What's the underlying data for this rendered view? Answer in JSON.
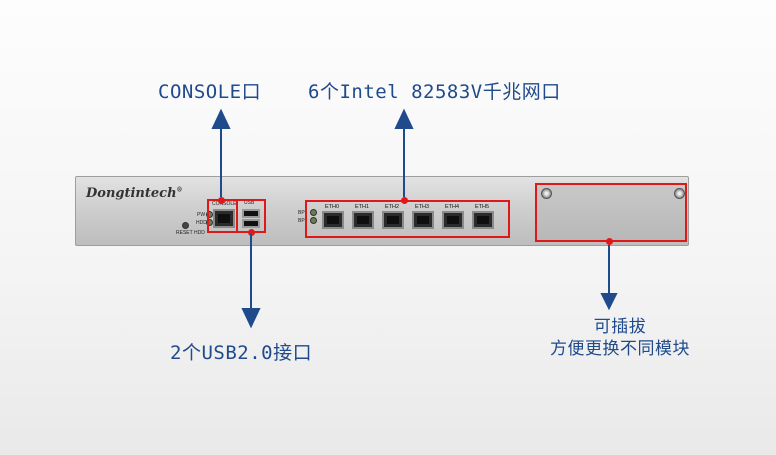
{
  "labels": {
    "console": "CONSOLE口",
    "eth": "6个Intel 82583V千兆网口",
    "usb": "2个USB2.0接口",
    "module_line1": "可插拔",
    "module_line2": "方便更换不同模块"
  },
  "device": {
    "brand": "Dongtintech",
    "brand_mark": "®",
    "console_port_label": "CONSOLE",
    "usb_label": "USB",
    "indicators": [
      "PW",
      "HDD",
      "RESET HDD"
    ],
    "bypass_labels": [
      "BP1",
      "BP2"
    ],
    "eth_ports": [
      "ETH0",
      "ETH1",
      "ETH2",
      "ETH3",
      "ETH4",
      "ETH5"
    ]
  },
  "colors": {
    "callout_text": "#1f4a8c",
    "highlight": "#e01818",
    "arrow": "#1f4a8c"
  }
}
